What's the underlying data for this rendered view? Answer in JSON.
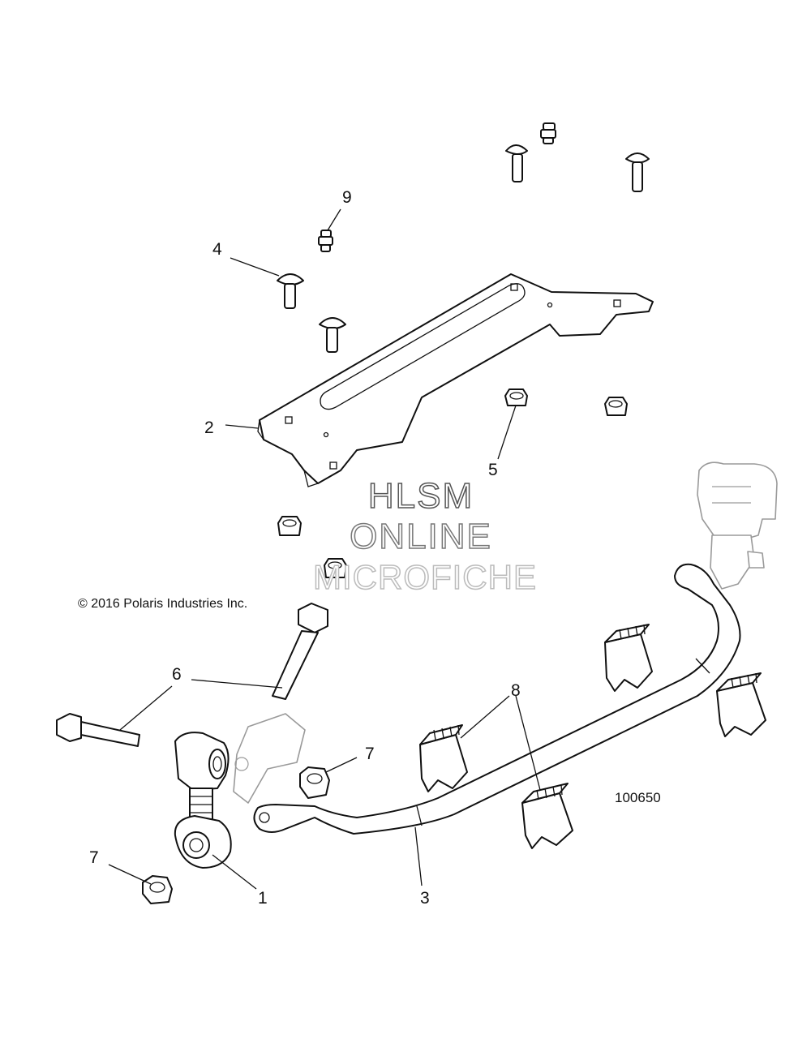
{
  "copyright": "© 2016 Polaris Industries Inc.",
  "figure_number": "100650",
  "watermark": {
    "line1": "HLSM",
    "line2": "ONLINE",
    "line3": "MICROFICHE"
  },
  "callouts": {
    "c1": "1",
    "c2": "2",
    "c3": "3",
    "c4": "4",
    "c5": "5",
    "c6": "6",
    "c7a": "7",
    "c7b": "7",
    "c8": "8",
    "c9": "9"
  }
}
